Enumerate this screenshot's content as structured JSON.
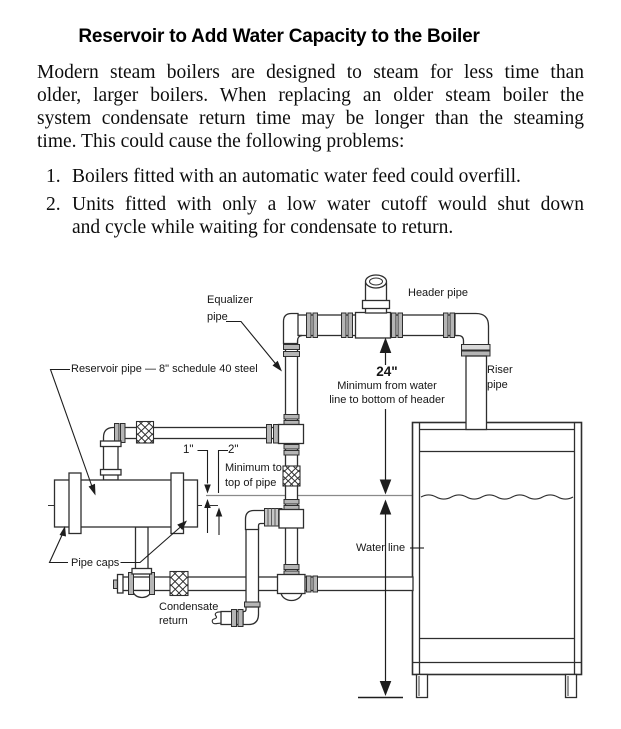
{
  "page": {
    "title": "Reservoir to Add Water Capacity to the Boiler",
    "paragraph_lines": [
      "Modern steam boilers are designed to steam for less time than",
      "older, larger boilers. When replacing an older steam boiler the",
      "system condensate return time may be longer than the steaming",
      "time. This could cause the following problems:"
    ],
    "list": [
      {
        "number": "1.",
        "lines": [
          "Boilers fitted with an automatic water feed could overfill."
        ]
      },
      {
        "number": "2.",
        "lines": [
          "Units fitted with only a low water cutoff would shut down",
          "and cycle while waiting for condensate to return."
        ]
      }
    ]
  },
  "diagram": {
    "labels": {
      "equalizer": {
        "line1": "Equalizer",
        "line2": "pipe"
      },
      "header": "Header pipe",
      "reservoir": "Reservoir pipe — 8\" schedule 40 steel",
      "riser": {
        "line1": "Riser",
        "line2": "pipe"
      },
      "dim24": {
        "value": "24\"",
        "line1": "Minimum from water",
        "line2": "line to bottom of header"
      },
      "dim1": "1\"",
      "dim2": {
        "value": "2\"",
        "line1": "Minimum to",
        "line2": "top of pipe"
      },
      "water_line": "Water line",
      "pipe_caps": "Pipe caps",
      "condensate": {
        "line1": "Condensate",
        "line2": "return"
      }
    },
    "colors": {
      "line": "#2e2e2e",
      "fitting": "#b5b5b5",
      "water_ref": "#8a8a8a",
      "ink": "#1d1d1d"
    }
  }
}
